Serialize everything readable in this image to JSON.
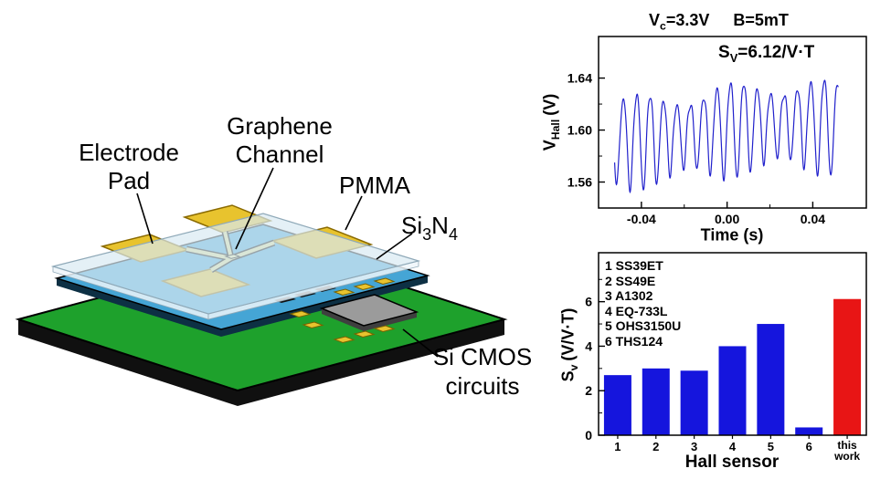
{
  "colors": {
    "background": "#ffffff",
    "board_green": "#1ea12c",
    "nitride_blue": "#45a5d5",
    "pmma_translucent": "rgba(216,233,242,0.70)",
    "pad_gold": "#e8c32e",
    "chip_gray": "#9b9b9b",
    "signal_blue": "#2121cc",
    "bar_blue": "#1515dd",
    "bar_red": "#e81515"
  },
  "diagram": {
    "electrode_pad": [
      "Electrode",
      "Pad"
    ],
    "graphene_channel": [
      "Graphene",
      "Channel"
    ],
    "pmma": "PMMA",
    "si3n4": {
      "si": "Si",
      "sub3": "3",
      "n": "N",
      "sub4": "4"
    },
    "si_cmos": [
      "Si CMOS",
      "circuits"
    ]
  },
  "hall_plot": {
    "header": {
      "v": "V",
      "v_sub": "c",
      "v_val": "=3.3V",
      "b": "B=5mT"
    },
    "annotation": {
      "s": "S",
      "s_sub": "V",
      "val": "=6.12/V·T"
    },
    "ylabel": {
      "main": "V",
      "sub": "Hall",
      "unit": "(V)"
    },
    "xlabel": "Time (s)"
  },
  "bar_plot": {
    "ylabel": {
      "main": "S",
      "sub": "v",
      "unit": "(V/V·T)"
    },
    "xlabel": "Hall sensor"
  },
  "chart_data": [
    {
      "type": "line",
      "name": "hall-voltage-vs-time",
      "title": "Hall voltage oscillation at Vc=3.3V, B=5mT",
      "xlabel": "Time (s)",
      "ylabel": "V_Hall (V)",
      "xlim": [
        -0.06,
        0.065
      ],
      "ylim": [
        1.54,
        1.672
      ],
      "xticks": [
        -0.04,
        0.0,
        0.04
      ],
      "xtick_labels": [
        "-0.04",
        "0.00",
        "0.04"
      ],
      "xticks_minor": [
        -0.02,
        0.02
      ],
      "yticks": [
        1.56,
        1.6,
        1.64
      ],
      "ytick_labels": [
        "1.56",
        "1.60",
        "1.64"
      ],
      "yticks_minor": [
        1.58,
        1.62
      ],
      "annotations": [
        "V_c=3.3V",
        "B=5mT",
        "S_V=6.12/V·T"
      ],
      "series": [
        {
          "name": "V_Hall",
          "color": "#2121cc",
          "waveform": {
            "kind": "sine",
            "mean": 1.6,
            "amplitude": 0.037,
            "frequency_hz": 160,
            "t_start": -0.0525,
            "t_end": 0.052,
            "amp_mod_depth": 0.35,
            "amp_mod_hz": 23,
            "baseline_wobble": 0.0045,
            "baseline_wobble_hz": 7,
            "drift_per_s": 0.05
          }
        }
      ]
    },
    {
      "type": "bar",
      "name": "sensitivity-comparison",
      "categories": [
        "1",
        "2",
        "3",
        "4",
        "5",
        "6",
        "this work"
      ],
      "values": [
        2.7,
        3.0,
        2.9,
        4.0,
        5.0,
        0.35,
        6.12
      ],
      "colors": [
        "#1515dd",
        "#1515dd",
        "#1515dd",
        "#1515dd",
        "#1515dd",
        "#1515dd",
        "#e81515"
      ],
      "xlabel": "Hall sensor",
      "ylabel": "Sv (V/V·T)",
      "ylim": [
        0,
        8.2
      ],
      "yticks": [
        0,
        2,
        4,
        6
      ],
      "yticks_minor": [
        1,
        3,
        5,
        7
      ],
      "legend_lines": [
        "1 SS39ET",
        "2 SS49E",
        "3 A1302",
        "4 EQ-733L",
        "5 OHS3150U",
        "6 THS124"
      ]
    }
  ]
}
